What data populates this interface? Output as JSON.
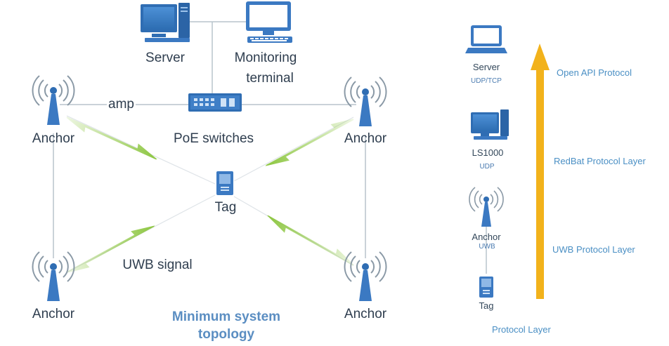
{
  "topology": {
    "server_label": "Server",
    "monitoring_label_line1": "Monitoring",
    "monitoring_label_line2": "terminal",
    "amp_label": "amp",
    "poe_label": "PoE switches",
    "anchor_top_left": "Anchor",
    "anchor_top_right": "Anchor",
    "anchor_bottom_left": "Anchor",
    "anchor_bottom_right": "Anchor",
    "tag_label": "Tag",
    "uwb_signal_label": "UWB signal",
    "caption_line1": "Minimum system",
    "caption_line2": "topology"
  },
  "stack": {
    "server_label": "Server",
    "server_sub": "UDP/TCP",
    "ls_label": "LS1000",
    "ls_sub": "UDP",
    "anchor_label": "Anchor",
    "anchor_sub": "UWB",
    "tag_label": "Tag",
    "open_api": "Open API Protocol",
    "redbat": "RedBat Protocol Layer",
    "uwb": "UWB Protocol Layer",
    "protocol_layer": "Protocol Layer"
  },
  "colors": {
    "line": "#b8c4cc",
    "signal": "#8cc63f",
    "device": "#3b79c2",
    "arrow": "#f2b21b"
  }
}
